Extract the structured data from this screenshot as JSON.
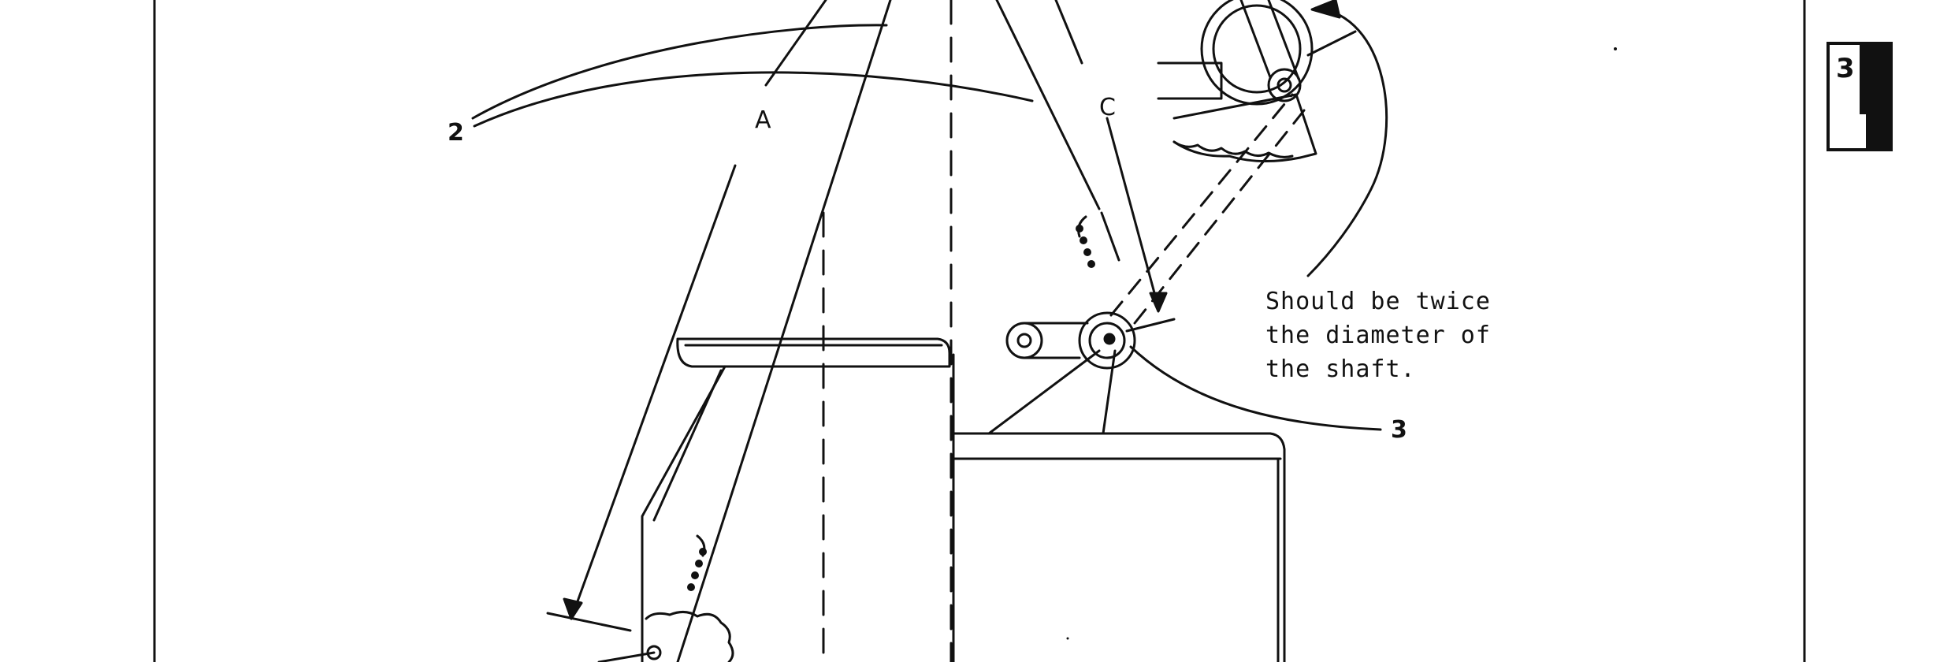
{
  "page_tab": {
    "number": "3"
  },
  "labels": {
    "a": "A",
    "c": "C",
    "callout_2": "2",
    "callout_3": "3"
  },
  "note": {
    "lines": [
      "Should be twice",
      "the diameter of",
      "the shaft."
    ]
  },
  "colors": {
    "ink": "#111111",
    "paper": "#ffffff"
  }
}
